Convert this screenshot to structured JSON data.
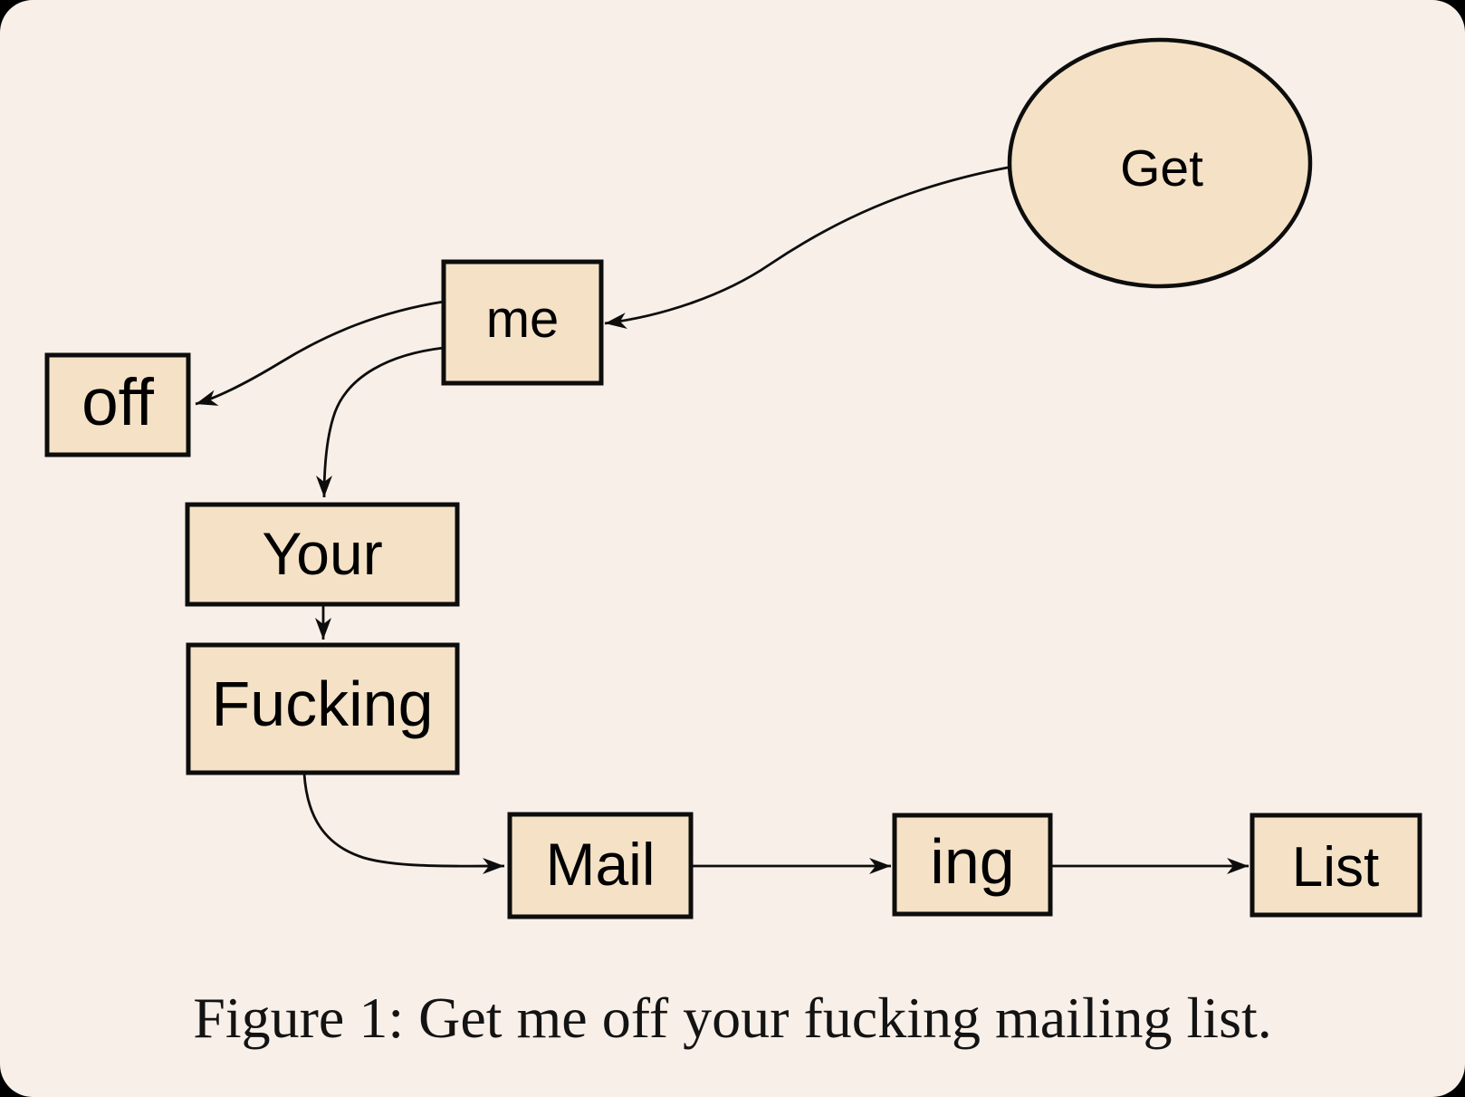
{
  "colors": {
    "frame": "#000000",
    "bg": "#f8efe8",
    "node-fill": "#f5e2c6",
    "stroke": "#0d0d0d",
    "label": "#000000",
    "caption": "#131313"
  },
  "diagram": {
    "nodes": [
      {
        "id": "get",
        "label": "Get",
        "shape": "ellipse"
      },
      {
        "id": "me",
        "label": "me",
        "shape": "rect"
      },
      {
        "id": "off",
        "label": "off",
        "shape": "rect"
      },
      {
        "id": "your",
        "label": "Your",
        "shape": "rect"
      },
      {
        "id": "fucking",
        "label": "Fucking",
        "shape": "rect"
      },
      {
        "id": "mail",
        "label": "Mail",
        "shape": "rect"
      },
      {
        "id": "ing",
        "label": "ing",
        "shape": "rect"
      },
      {
        "id": "list",
        "label": "List",
        "shape": "rect"
      }
    ],
    "edges": [
      {
        "from": "Get",
        "to": "me"
      },
      {
        "from": "me",
        "to": "off"
      },
      {
        "from": "me",
        "to": "Your"
      },
      {
        "from": "Your",
        "to": "Fucking"
      },
      {
        "from": "Fucking",
        "to": "Mail"
      },
      {
        "from": "Mail",
        "to": "ing"
      },
      {
        "from": "ing",
        "to": "List"
      }
    ]
  },
  "caption": {
    "text": "Figure 1: Get me off your fucking mailing list."
  }
}
